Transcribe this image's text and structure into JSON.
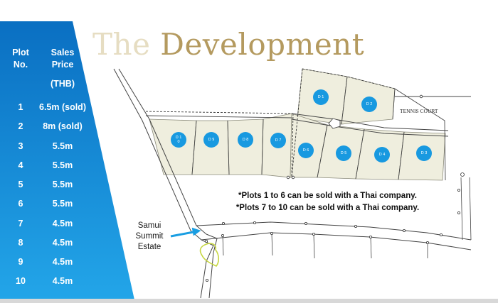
{
  "title": {
    "the": "The",
    "development": "Development"
  },
  "price_table": {
    "header_plot": [
      "Plot",
      "No."
    ],
    "header_price": [
      "Sales",
      "Price"
    ],
    "currency": "(THB)",
    "rows": [
      {
        "plot": "1",
        "price": "6.5m (sold)"
      },
      {
        "plot": "2",
        "price": "8m (sold)"
      },
      {
        "plot": "3",
        "price": "5.5m"
      },
      {
        "plot": "4",
        "price": "5.5m"
      },
      {
        "plot": "5",
        "price": "5.5m"
      },
      {
        "plot": "6",
        "price": "5.5m"
      },
      {
        "plot": "7",
        "price": "4.5m"
      },
      {
        "plot": "8",
        "price": "4.5m"
      },
      {
        "plot": "9",
        "price": "4.5m"
      },
      {
        "plot": "10",
        "price": "4.5m"
      }
    ]
  },
  "site_map": {
    "plots": [
      "D 1",
      "D 2",
      "D 3",
      "D 4",
      "D 5",
      "D 6",
      "D 7",
      "D 8",
      "D 9",
      "D 10"
    ],
    "tennis_court": "TENNIS COURT",
    "notes": [
      "*Plots 1 to 6 can be sold with a Thai company.",
      "*Plots 7 to 10 can be sold with a Thai company."
    ],
    "estate_label": [
      "Samui",
      "Summit",
      "Estate"
    ]
  },
  "colors": {
    "panel_blue_top": "#0a6fc2",
    "panel_blue_bottom": "#23a6e9",
    "plot_fill": "#efeede",
    "badge_blue": "#1899e0",
    "title_gold": "#b49a5f",
    "title_light": "#e6ddc2",
    "arrow_blue": "#1a9ee2",
    "estate_outline": "#c6d640"
  }
}
